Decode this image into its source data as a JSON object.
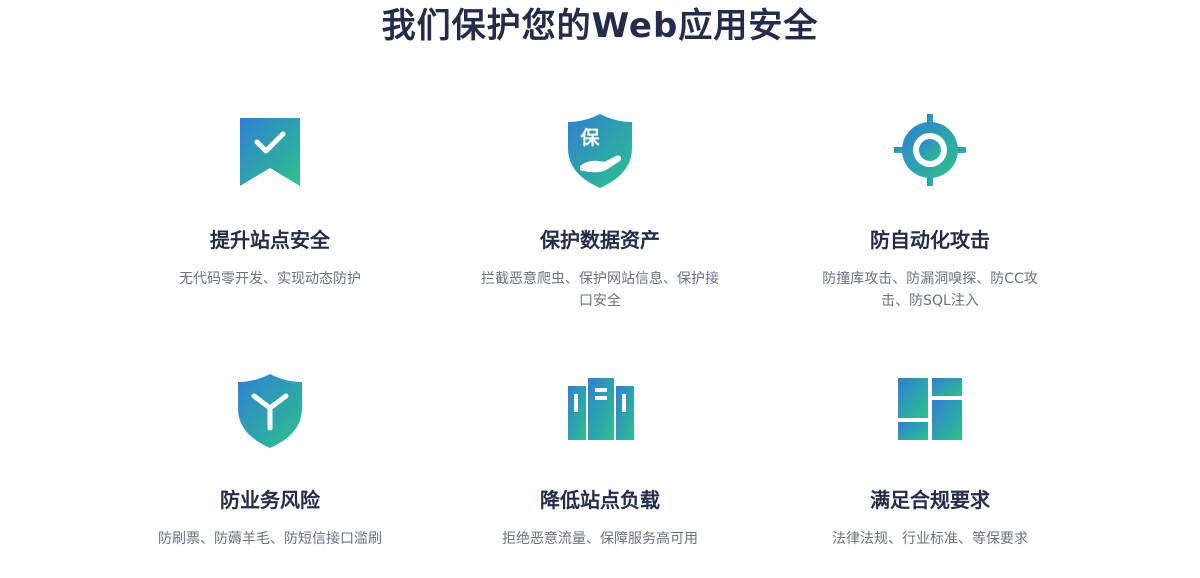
{
  "title": "我们保护您的Web应用安全",
  "colors": {
    "gradient_start": "#2f7fd4",
    "gradient_end": "#2ec28a",
    "title": "#232c4a",
    "desc": "#6b7280"
  },
  "features": [
    {
      "icon": "bookmark-check-icon",
      "title": "提升站点安全",
      "desc": "无代码零开发、实现动态防护"
    },
    {
      "icon": "shield-hand-icon",
      "glyph": "保",
      "title": "保护数据资产",
      "desc": "拦截恶意爬虫、保护网站信息、保护接口安全"
    },
    {
      "icon": "target-icon",
      "title": "防自动化攻击",
      "desc": "防撞库攻击、防漏洞嗅探、防CC攻击、防SQL注入"
    },
    {
      "icon": "shield-y-icon",
      "title": "防业务风险",
      "desc": "防刷票、防薅羊毛、防短信接口滥刷"
    },
    {
      "icon": "server-icon",
      "title": "降低站点负载",
      "desc": "拒绝恶意流量、保障服务高可用"
    },
    {
      "icon": "layout-icon",
      "title": "满足合规要求",
      "desc": "法律法规、行业标准、等保要求"
    }
  ]
}
